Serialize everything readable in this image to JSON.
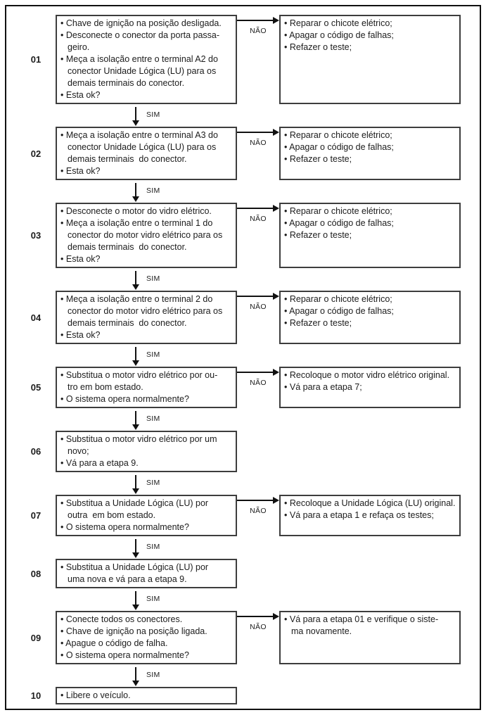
{
  "labels": {
    "no": "NÃO",
    "yes": "SIM"
  },
  "steps": [
    {
      "number": "01",
      "bullets": [
        "Chave de ignição na posição desligada.",
        "Desconecte o conector da porta passa-\ngeiro.",
        "Meça a isolação entre o terminal A2 do\nconector Unidade Lógica (LU) para os\ndemais terminais do conector.",
        "Esta ok?"
      ],
      "result": [
        "Reparar o chicote elétrico;",
        "Apagar o código de falhas;",
        "Refazer o teste;"
      ]
    },
    {
      "number": "02",
      "bullets": [
        "Meça a isolação entre o terminal A3 do\nconector Unidade Lógica (LU) para os\ndemais terminais  do conector.",
        "Esta ok?"
      ],
      "result": [
        "Reparar o chicote elétrico;",
        "Apagar o código de falhas;",
        "Refazer o teste;"
      ]
    },
    {
      "number": "03",
      "bullets": [
        "Desconecte o motor do vidro elétrico.",
        "Meça a isolação entre o terminal 1 do\nconector do motor vidro elétrico para os\ndemais terminais  do conector.",
        "Esta ok?"
      ],
      "result": [
        "Reparar o chicote elétrico;",
        "Apagar o código de falhas;",
        "Refazer o teste;"
      ]
    },
    {
      "number": "04",
      "bullets": [
        "Meça a isolação entre o terminal 2 do\nconector do motor vidro elétrico para os\ndemais terminais  do conector.",
        "Esta ok?"
      ],
      "result": [
        "Reparar o chicote elétrico;",
        "Apagar o código de falhas;",
        "Refazer o teste;"
      ]
    },
    {
      "number": "05",
      "bullets": [
        "Substitua o motor vidro elétrico por ou-\ntro em bom estado.",
        "O sistema opera normalmente?"
      ],
      "result": [
        "Recoloque o motor vidro elétrico original.",
        "Vá para a etapa 7;"
      ]
    },
    {
      "number": "06",
      "bullets": [
        "Substitua o motor vidro elétrico por um\nnovo;",
        "Vá para a etapa 9."
      ],
      "result": null
    },
    {
      "number": "07",
      "bullets": [
        "Substitua a Unidade Lógica (LU) por\noutra  em bom estado.",
        "O sistema opera normalmente?"
      ],
      "result": [
        "Recoloque a Unidade Lógica (LU) original.",
        "Vá para a etapa 1 e refaça os testes;"
      ]
    },
    {
      "number": "08",
      "bullets": [
        "Substitua a Unidade Lógica (LU) por\numa nova e vá para a etapa 9."
      ],
      "result": null
    },
    {
      "number": "09",
      "bullets": [
        "Conecte todos os conectores.",
        "Chave de ignição na posição ligada.",
        "Apague o código de falha.",
        "O sistema opera normalmente?"
      ],
      "result": [
        "Vá para a etapa 01 e verifique o siste-\nma novamente."
      ]
    },
    {
      "number": "10",
      "bullets": [
        "Libere o veículo."
      ],
      "result": null
    }
  ]
}
